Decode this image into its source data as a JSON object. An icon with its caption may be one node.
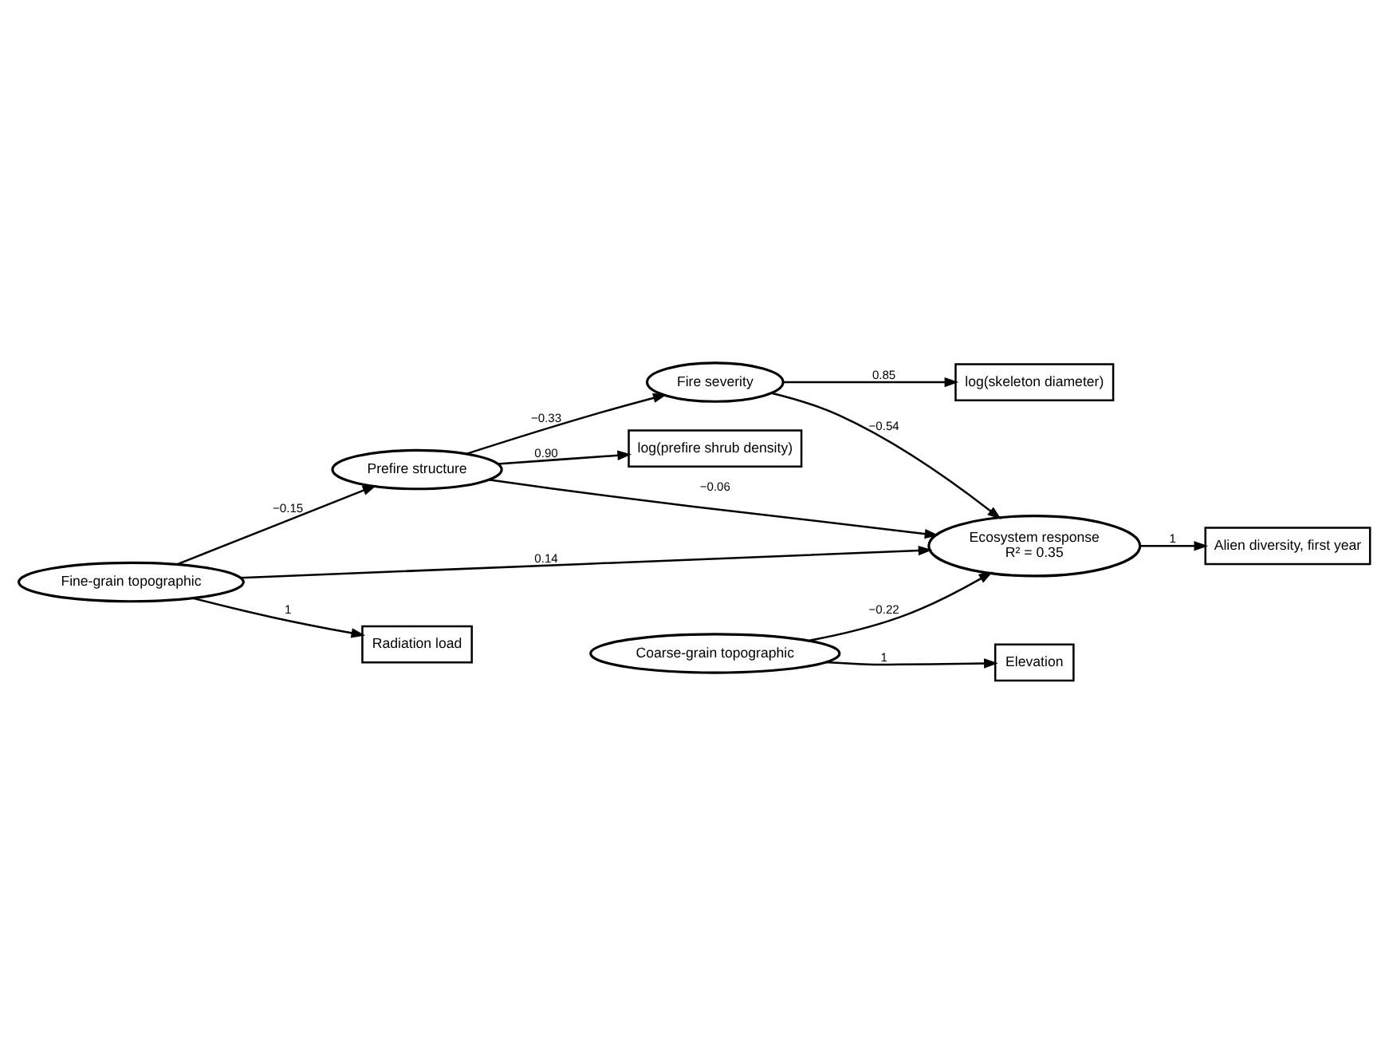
{
  "diagram": {
    "nodes": [
      {
        "text": [
          "log(skeleton diameter)"
        ]
      },
      {
        "text": [
          "Fire severity"
        ]
      },
      {
        "text": [
          "log(prefire shrub density)"
        ]
      },
      {
        "text": [
          "Prefire structure"
        ]
      },
      {
        "text": [
          "Ecosystem response",
          "R² = 0.35"
        ]
      },
      {
        "text": [
          "Alien diversity, first year"
        ]
      },
      {
        "text": [
          "Elevation"
        ]
      },
      {
        "text": [
          "Coarse-grain topographic"
        ]
      },
      {
        "text": [
          "Radiation load"
        ]
      },
      {
        "text": [
          "Fine-grain topographic"
        ]
      }
    ],
    "edges": [
      {
        "from": 1,
        "to": 0,
        "arrow": "to",
        "label": "0.85"
      },
      {
        "from": 3,
        "to": 1,
        "arrow": "to",
        "label": "−0.33"
      },
      {
        "from": 1,
        "to": 4,
        "arrow": "to",
        "label": "−0.54"
      },
      {
        "from": 3,
        "to": 2,
        "arrow": "to",
        "label": "0.90"
      },
      {
        "from": 3,
        "to": 4,
        "arrow": "to",
        "label": "−0.06"
      },
      {
        "from": 4,
        "to": 5,
        "arrow": "to",
        "label": "1"
      },
      {
        "from": 7,
        "to": 6,
        "arrow": "to",
        "label": "1"
      },
      {
        "from": 7,
        "to": 4,
        "arrow": "to",
        "label": "−0.22"
      },
      {
        "from": 9,
        "to": 3,
        "arrow": "to",
        "label": "−0.15"
      },
      {
        "from": 9,
        "to": 4,
        "arrow": "to",
        "label": "0.14"
      },
      {
        "from": 9,
        "to": 8,
        "arrow": "to",
        "label": "1"
      }
    ]
  }
}
